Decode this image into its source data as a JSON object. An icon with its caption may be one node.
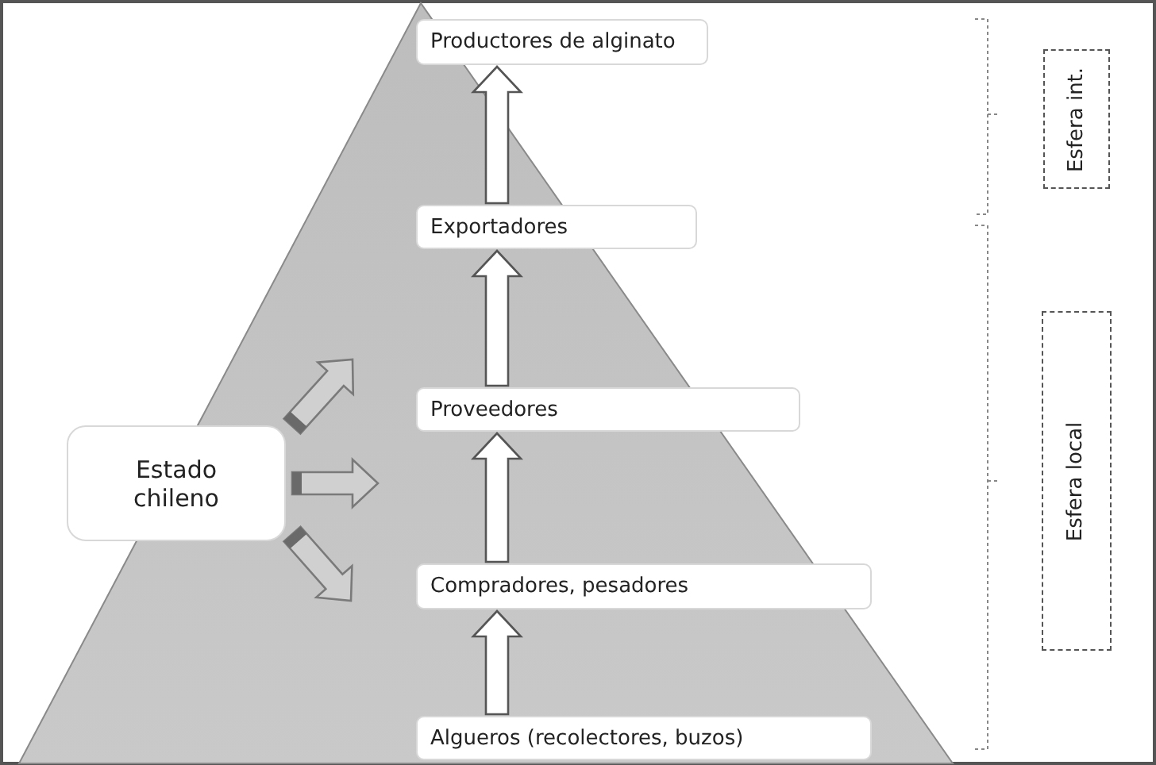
{
  "diagram": {
    "nodes": [
      {
        "text": [
          "Productores de alginato"
        ]
      },
      {
        "text": [
          "Exportadores"
        ]
      },
      {
        "text": [
          "Proveedores"
        ]
      },
      {
        "text": [
          "Compradores, pesadores"
        ]
      },
      {
        "text": [
          "Algueros (recolectores, buzos)"
        ]
      },
      {
        "text": [
          "Estado chileno"
        ]
      },
      {
        "text": [
          "Esfera int."
        ]
      },
      {
        "text": [
          "Esfera local"
        ]
      }
    ],
    "edges": [
      {
        "from": 4,
        "to": 3,
        "arrow": "to"
      },
      {
        "from": 3,
        "to": 2,
        "arrow": "to"
      },
      {
        "from": 2,
        "to": 1,
        "arrow": "to"
      },
      {
        "from": 1,
        "to": 0,
        "arrow": "to"
      },
      {
        "from": 5,
        "to": null,
        "arrow": "to"
      },
      {
        "from": 5,
        "to": null,
        "arrow": "to"
      },
      {
        "from": 5,
        "to": null,
        "arrow": "to"
      }
    ]
  }
}
